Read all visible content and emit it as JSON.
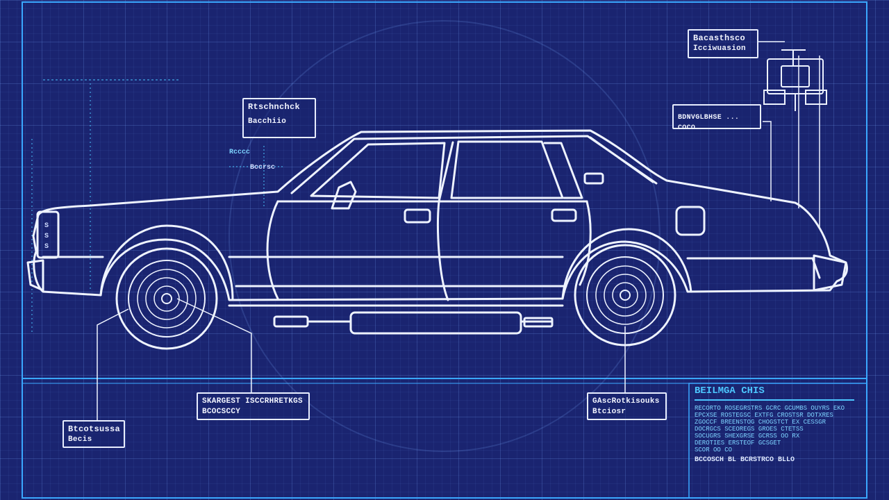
{
  "diagram": {
    "callouts": {
      "top_right": {
        "line1": "Bacasthsco",
        "line2": "Icciwuasion"
      },
      "upper_left": {
        "line1": "Rtschnchck",
        "line2": "Bacchiio"
      },
      "right_mid": {
        "line1": "BDNVGLBHSE ... COCO"
      },
      "bottom_left": {
        "line1": "Btcotsussa",
        "line2": "Becis"
      },
      "bottom_center": {
        "line1": "SKARGEST ISCCRHRETKGS",
        "line2": "BCOCSCCY"
      },
      "bottom_right": {
        "line1": "GAscRotkisouks",
        "line2": "Btciosr"
      }
    },
    "marks": {
      "door_label": "Bccrsc",
      "side_mark": "Rcccc"
    },
    "front_badge": [
      "S",
      "S",
      "S"
    ],
    "spec_panel": {
      "title": "BEILMGA CHIS",
      "lines": [
        "RECORTO ROSEGRSTRS GCRC GCUMBS OUYRS EKO",
        "EPCXSE ROSTEGSC EXTFG CROSTSR DOTXRES",
        "ZGOCCF BREENSTOG CHOGSTCT EX CESSGR",
        "DOCRGCS SCEOREGS GROES CTETSS",
        "SOCUGRS SHEXGRSE GCRSS OO RX",
        "DEROTIES ERSTEOF GCSGET",
        "SCOR OO CO"
      ],
      "footer": "BCCOSCH BL BCRSTRCO BLLO"
    },
    "colors": {
      "background": "#1a2470",
      "line": "#eef3ff",
      "accent": "#4cc6ff",
      "frame": "#3aa8ff"
    }
  }
}
